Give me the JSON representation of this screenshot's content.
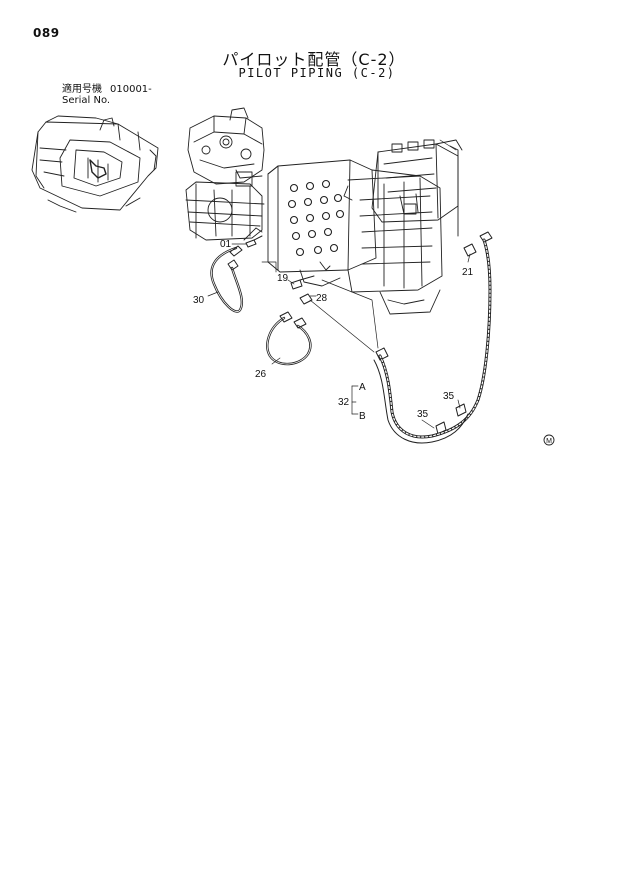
{
  "header": {
    "page_number": "089",
    "title_jp": "パイロット配管（C-2）",
    "title_en": "PILOT PIPING (C-2)"
  },
  "serial": {
    "label_jp": "適用号機",
    "value": "010001-",
    "label_en": "Serial No."
  },
  "callouts": {
    "c01": "01",
    "c19": "19",
    "c21": "21",
    "c26": "26",
    "c28": "28",
    "c30": "30",
    "c32": "32",
    "c35a": "35",
    "c35b": "35",
    "cA": "A",
    "cB": "B"
  },
  "mark": "M"
}
